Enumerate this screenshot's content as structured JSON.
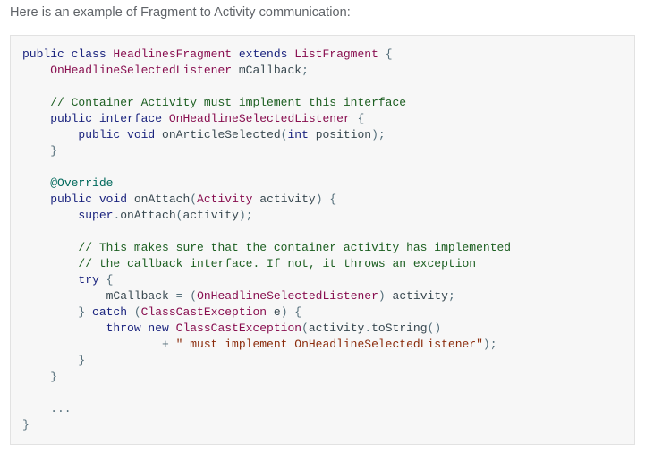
{
  "intro_text": "Here is an example of Fragment to Activity communication:",
  "code": {
    "language": "java",
    "lines": [
      [
        [
          "kw",
          "public class "
        ],
        [
          "cls",
          "HeadlinesFragment"
        ],
        [
          "kw",
          " extends "
        ],
        [
          "cls",
          "ListFragment"
        ],
        [
          "pun",
          " {"
        ]
      ],
      [
        [
          "pun",
          "    "
        ],
        [
          "cls",
          "OnHeadlineSelectedListener"
        ],
        [
          "fld",
          " mCallback"
        ],
        [
          "pun",
          ";"
        ]
      ],
      [],
      [
        [
          "pun",
          "    "
        ],
        [
          "com",
          "// Container Activity must implement this interface"
        ]
      ],
      [
        [
          "pun",
          "    "
        ],
        [
          "kw",
          "public interface "
        ],
        [
          "cls",
          "OnHeadlineSelectedListener"
        ],
        [
          "pun",
          " {"
        ]
      ],
      [
        [
          "pun",
          "        "
        ],
        [
          "kw",
          "public void "
        ],
        [
          "fld",
          "onArticleSelected"
        ],
        [
          "pun",
          "("
        ],
        [
          "kw",
          "int"
        ],
        [
          "fld",
          " position"
        ],
        [
          "pun",
          ");"
        ]
      ],
      [
        [
          "pun",
          "    }"
        ]
      ],
      [],
      [
        [
          "pun",
          "    "
        ],
        [
          "ann",
          "@Override"
        ]
      ],
      [
        [
          "pun",
          "    "
        ],
        [
          "kw",
          "public void "
        ],
        [
          "fld",
          "onAttach"
        ],
        [
          "pun",
          "("
        ],
        [
          "cls",
          "Activity"
        ],
        [
          "fld",
          " activity"
        ],
        [
          "pun",
          ") {"
        ]
      ],
      [
        [
          "pun",
          "        "
        ],
        [
          "kw",
          "super"
        ],
        [
          "pun",
          "."
        ],
        [
          "fld",
          "onAttach"
        ],
        [
          "pun",
          "("
        ],
        [
          "fld",
          "activity"
        ],
        [
          "pun",
          ");"
        ]
      ],
      [],
      [
        [
          "pun",
          "        "
        ],
        [
          "com",
          "// This makes sure that the container activity has implemented"
        ]
      ],
      [
        [
          "pun",
          "        "
        ],
        [
          "com",
          "// the callback interface. If not, it throws an exception"
        ]
      ],
      [
        [
          "pun",
          "        "
        ],
        [
          "kw",
          "try"
        ],
        [
          "pun",
          " {"
        ]
      ],
      [
        [
          "pun",
          "            "
        ],
        [
          "fld",
          "mCallback"
        ],
        [
          "pun",
          " = ("
        ],
        [
          "cls",
          "OnHeadlineSelectedListener"
        ],
        [
          "pun",
          ") "
        ],
        [
          "fld",
          "activity"
        ],
        [
          "pun",
          ";"
        ]
      ],
      [
        [
          "pun",
          "        } "
        ],
        [
          "kw",
          "catch"
        ],
        [
          "pun",
          " ("
        ],
        [
          "cls",
          "ClassCastException"
        ],
        [
          "fld",
          " e"
        ],
        [
          "pun",
          ") {"
        ]
      ],
      [
        [
          "pun",
          "            "
        ],
        [
          "kw",
          "throw new "
        ],
        [
          "cls",
          "ClassCastException"
        ],
        [
          "pun",
          "("
        ],
        [
          "fld",
          "activity"
        ],
        [
          "pun",
          "."
        ],
        [
          "fld",
          "toString"
        ],
        [
          "pun",
          "()"
        ]
      ],
      [
        [
          "pun",
          "                    + "
        ],
        [
          "str",
          "\" must implement OnHeadlineSelectedListener\""
        ],
        [
          "pun",
          ");"
        ]
      ],
      [
        [
          "pun",
          "        }"
        ]
      ],
      [
        [
          "pun",
          "    }"
        ]
      ],
      [],
      [
        [
          "pun",
          "    ..."
        ]
      ],
      [
        [
          "pun",
          "}"
        ]
      ]
    ]
  }
}
